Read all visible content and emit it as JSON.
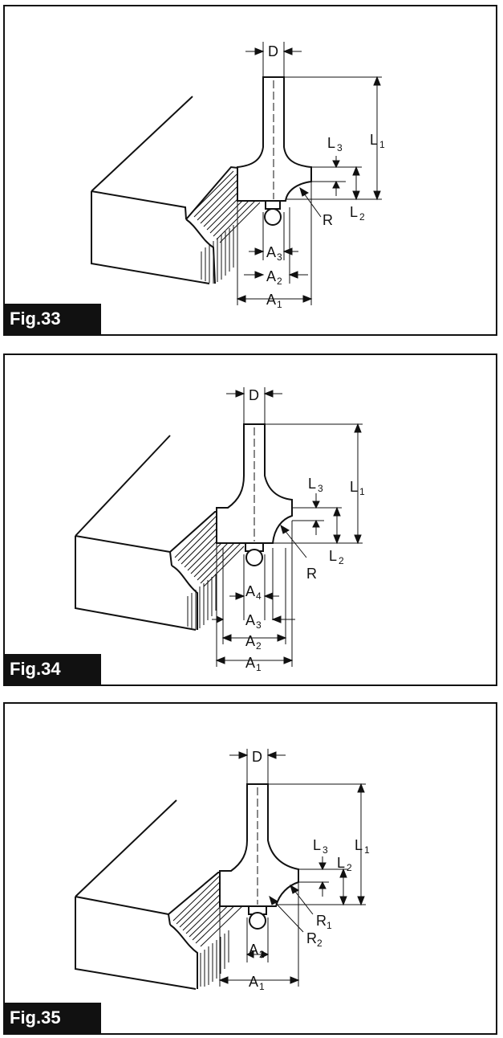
{
  "figures": [
    {
      "label": "Fig.33",
      "dims": {
        "D": "D",
        "L1": "L",
        "L1s": "1",
        "L2": "L",
        "L2s": "2",
        "L3": "L",
        "L3s": "3",
        "R": "R",
        "A1": "A",
        "A1s": "1",
        "A2": "A",
        "A2s": "2",
        "A3": "A",
        "A3s": "3"
      }
    },
    {
      "label": "Fig.34",
      "dims": {
        "D": "D",
        "L1": "L",
        "L1s": "1",
        "L2": "L",
        "L2s": "2",
        "L3": "L",
        "L3s": "3",
        "R": "R",
        "A1": "A",
        "A1s": "1",
        "A2": "A",
        "A2s": "2",
        "A3": "A",
        "A3s": "3",
        "A4": "A",
        "A4s": "4"
      }
    },
    {
      "label": "Fig.35",
      "dims": {
        "D": "D",
        "L1": "L",
        "L1s": "1",
        "L2": "L",
        "L2s": "2",
        "L3": "L",
        "L3s": "3",
        "R1": "R",
        "R1s": "1",
        "R2": "R",
        "R2s": "2",
        "A1": "A",
        "A1s": "1",
        "A2": "A",
        "A2s": "2"
      }
    }
  ]
}
